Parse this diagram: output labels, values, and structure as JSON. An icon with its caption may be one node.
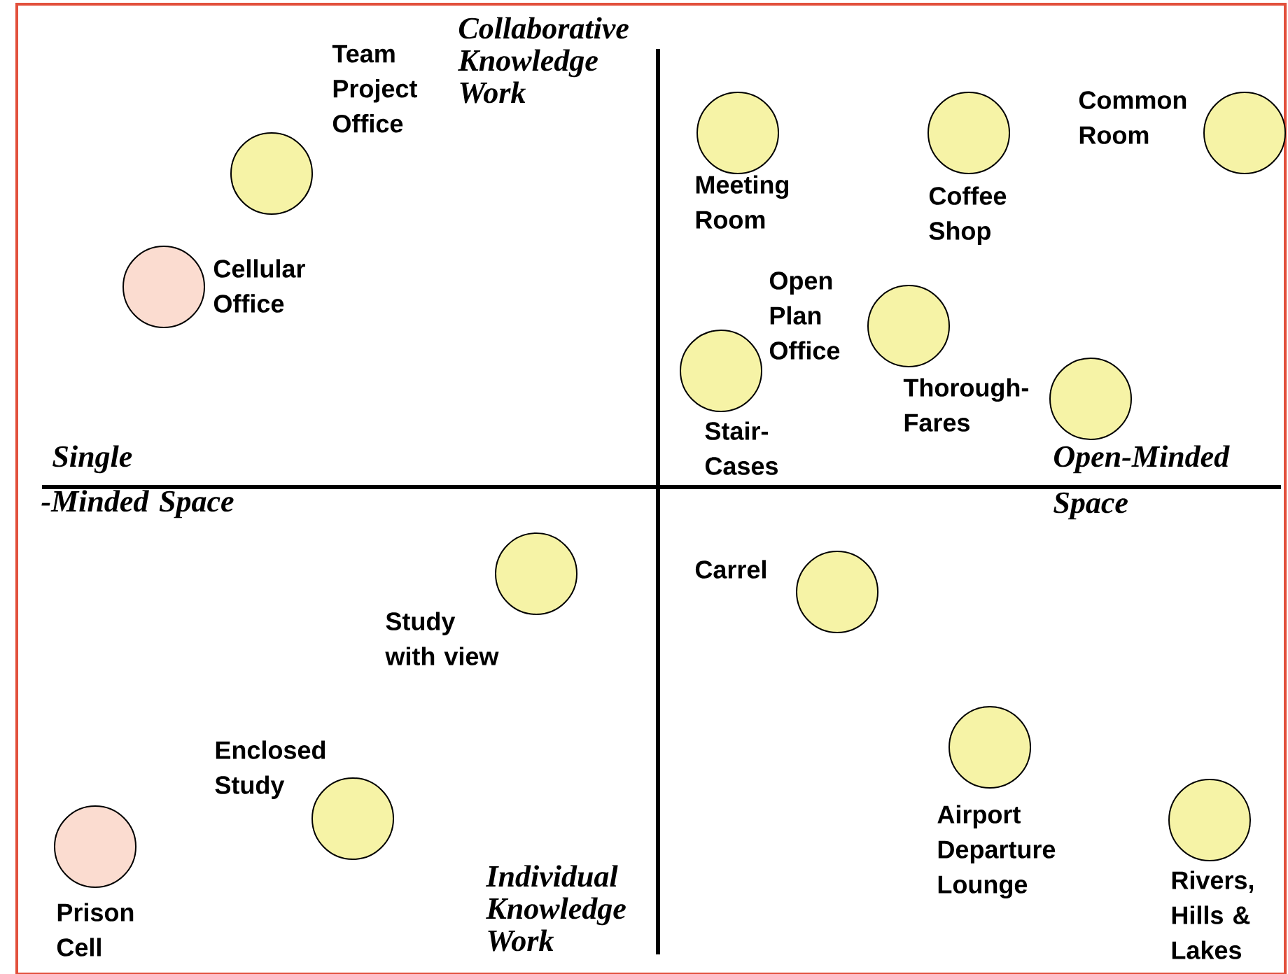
{
  "diagram": {
    "nodes": [
      {
        "text": [
          "Team Project Office"
        ]
      },
      {
        "text": [
          "Cellular Office"
        ]
      },
      {
        "text": [
          "Meeting Room"
        ]
      },
      {
        "text": [
          "Coffee Shop"
        ]
      },
      {
        "text": [
          "Common Room"
        ]
      },
      {
        "text": [
          "Open Plan Office"
        ]
      },
      {
        "text": [
          "Stair-Cases"
        ]
      },
      {
        "text": [
          "Thorough-Fares"
        ]
      },
      {
        "text": [
          "Study with view"
        ]
      },
      {
        "text": [
          "Carrel"
        ]
      },
      {
        "text": [
          "Enclosed Study"
        ]
      },
      {
        "text": [
          "Airport Departure Lounge"
        ]
      },
      {
        "text": [
          "Prison Cell"
        ]
      },
      {
        "text": [
          "Rivers, Hills & Lakes"
        ]
      }
    ],
    "labels": [
      "Collaborative Knowledge Work",
      "Single",
      "-Minded Space",
      "Open-Minded Space",
      "Individual Knowledge Work"
    ]
  }
}
